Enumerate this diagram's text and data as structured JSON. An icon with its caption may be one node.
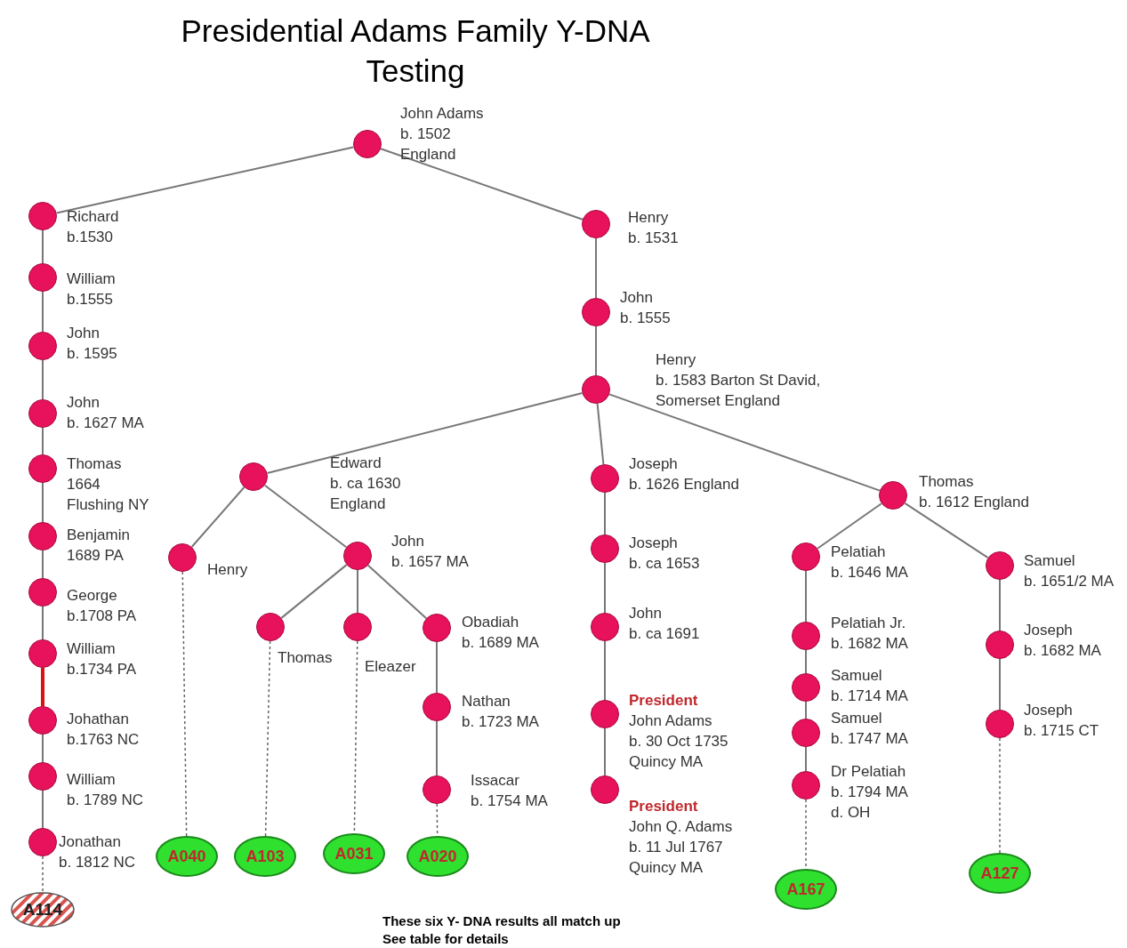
{
  "diagram": {
    "title": "Presidential Adams Family Y-DNA Testing",
    "nodes": [
      {
        "text": [],
        "shape": "circle",
        "beside": [
          "John Adams",
          "b. 1502",
          "England"
        ]
      },
      {
        "text": [],
        "shape": "circle",
        "beside": [
          "Richard",
          "b.1530"
        ]
      },
      {
        "text": [],
        "shape": "circle",
        "beside": [
          "William",
          "b.1555"
        ]
      },
      {
        "text": [],
        "shape": "circle",
        "beside": [
          "John",
          "b. 1595"
        ]
      },
      {
        "text": [],
        "shape": "circle",
        "beside": [
          "John",
          "b. 1627 MA"
        ]
      },
      {
        "text": [],
        "shape": "circle",
        "beside": [
          "Thomas",
          "1664",
          "Flushing NY"
        ]
      },
      {
        "text": [],
        "shape": "circle",
        "beside": [
          "Benjamin",
          "1689 PA"
        ]
      },
      {
        "text": [],
        "shape": "circle",
        "beside": [
          "George",
          "b.1708 PA"
        ]
      },
      {
        "text": [],
        "shape": "circle",
        "beside": [
          "William",
          "b.1734 PA"
        ]
      },
      {
        "text": [],
        "shape": "circle",
        "beside": [
          "Johathan",
          "b.1763 NC"
        ]
      },
      {
        "text": [],
        "shape": "circle",
        "beside": [
          "William",
          "b. 1789 NC"
        ]
      },
      {
        "text": [],
        "shape": "circle",
        "beside": [
          "Jonathan",
          "b. 1812 NC"
        ]
      },
      {
        "text": [
          "A114"
        ]
      },
      {
        "text": [],
        "shape": "circle",
        "beside": [
          "Henry",
          "b. 1531"
        ]
      },
      {
        "text": [],
        "shape": "circle",
        "beside": [
          "John",
          "b. 1555"
        ]
      },
      {
        "text": [],
        "shape": "circle",
        "beside": [
          "Henry",
          "b. 1583 Barton St David, Somerset England"
        ]
      },
      {
        "text": [],
        "shape": "circle",
        "beside": [
          "Edward",
          "b. ca 1630",
          "England"
        ]
      },
      {
        "text": [],
        "shape": "circle",
        "beside": [
          "Henry"
        ]
      },
      {
        "text": [],
        "shape": "circle",
        "beside": [
          "John",
          "b. 1657 MA"
        ]
      },
      {
        "text": [],
        "shape": "circle",
        "beside": [
          "Thomas"
        ]
      },
      {
        "text": [],
        "shape": "circle",
        "beside": [
          "Eleazer"
        ]
      },
      {
        "text": [],
        "shape": "circle",
        "beside": [
          "Obadiah",
          "b. 1689 MA"
        ]
      },
      {
        "text": [],
        "shape": "circle",
        "beside": [
          "Nathan",
          "b. 1723 MA"
        ]
      },
      {
        "text": [],
        "shape": "circle",
        "beside": [
          "Issacar",
          "b. 1754 MA"
        ]
      },
      {
        "text": [],
        "shape": "circle",
        "beside": [
          "Joseph",
          "b. 1626 England"
        ]
      },
      {
        "text": [],
        "shape": "circle",
        "beside": [
          "Joseph",
          "b. ca 1653"
        ]
      },
      {
        "text": [],
        "shape": "circle",
        "beside": [
          "John",
          "b. ca 1691"
        ]
      },
      {
        "text": [],
        "shape": "circle",
        "beside": [
          "**President** John Adams",
          "b. 30 Oct 1735",
          "Quincy MA"
        ]
      },
      {
        "text": [],
        "shape": "circle",
        "beside": [
          "**President** John Q. Adams",
          "b. 11 Jul 1767",
          "Quincy MA"
        ]
      },
      {
        "text": [],
        "shape": "circle",
        "beside": [
          "Thomas",
          "b. 1612 England"
        ]
      },
      {
        "text": [],
        "shape": "circle",
        "beside": [
          "Pelatiah",
          "b. 1646 MA"
        ]
      },
      {
        "text": [],
        "shape": "circle",
        "beside": [
          "Pelatiah Jr.",
          "b. 1682 MA"
        ]
      },
      {
        "text": [],
        "shape": "circle",
        "beside": [
          "Samuel",
          "b. 1714 MA"
        ]
      },
      {
        "text": [],
        "shape": "circle",
        "beside": [
          "Samuel",
          "b. 1747 MA"
        ]
      },
      {
        "text": [],
        "shape": "circle",
        "beside": [
          "Dr Pelatiah",
          "b. 1794 MA",
          "d. OH"
        ]
      },
      {
        "text": [],
        "shape": "circle",
        "beside": [
          "Samuel",
          "b. 1651/2 MA"
        ]
      },
      {
        "text": [],
        "shape": "circle",
        "beside": [
          "Joseph",
          "b. 1682 MA"
        ]
      },
      {
        "text": [],
        "shape": "circle",
        "beside": [
          "Joseph",
          "b. 1715 CT"
        ]
      },
      {
        "text": [
          "A040"
        ]
      },
      {
        "text": [
          "A103"
        ]
      },
      {
        "text": [
          "A031"
        ]
      },
      {
        "text": [
          "A020"
        ]
      },
      {
        "text": [
          "A167"
        ]
      },
      {
        "text": [
          "A127"
        ]
      }
    ],
    "edges": [
      {
        "from": 0,
        "to": 1,
        "arrow": "none"
      },
      {
        "from": 0,
        "to": 13,
        "arrow": "none"
      },
      {
        "from": 1,
        "to": 2,
        "arrow": "none"
      },
      {
        "from": 2,
        "to": 3,
        "arrow": "none"
      },
      {
        "from": 3,
        "to": 4,
        "arrow": "none"
      },
      {
        "from": 4,
        "to": 5,
        "arrow": "none"
      },
      {
        "from": 5,
        "to": 6,
        "arrow": "none"
      },
      {
        "from": 6,
        "to": 7,
        "arrow": "none"
      },
      {
        "from": 7,
        "to": 8,
        "arrow": "none"
      },
      {
        "from": 8,
        "to": 9,
        "arrow": "none",
        "style": "thick",
        "color": "#dd1111"
      },
      {
        "from": 9,
        "to": 10,
        "arrow": "none"
      },
      {
        "from": 10,
        "to": 11,
        "arrow": "none"
      },
      {
        "from": 11,
        "to": 12,
        "arrow": "none",
        "style": "dashed"
      },
      {
        "from": 13,
        "to": 14,
        "arrow": "none"
      },
      {
        "from": 14,
        "to": 15,
        "arrow": "none"
      },
      {
        "from": 15,
        "to": 16,
        "arrow": "none"
      },
      {
        "from": 15,
        "to": 24,
        "arrow": "none"
      },
      {
        "from": 15,
        "to": 29,
        "arrow": "none"
      },
      {
        "from": 16,
        "to": 17,
        "arrow": "none"
      },
      {
        "from": 16,
        "to": 18,
        "arrow": "none"
      },
      {
        "from": 18,
        "to": 19,
        "arrow": "none"
      },
      {
        "from": 18,
        "to": 20,
        "arrow": "none"
      },
      {
        "from": 18,
        "to": 21,
        "arrow": "none"
      },
      {
        "from": 21,
        "to": 22,
        "arrow": "none"
      },
      {
        "from": 22,
        "to": 23,
        "arrow": "none"
      },
      {
        "from": 17,
        "to": 38,
        "arrow": "none",
        "style": "dashed"
      },
      {
        "from": 19,
        "to": 39,
        "arrow": "none",
        "style": "dashed"
      },
      {
        "from": 20,
        "to": 40,
        "arrow": "none",
        "style": "dashed"
      },
      {
        "from": 23,
        "to": 41,
        "arrow": "none",
        "style": "dashed"
      },
      {
        "from": 24,
        "to": 25,
        "arrow": "none"
      },
      {
        "from": 25,
        "to": 26,
        "arrow": "none"
      },
      {
        "from": 26,
        "to": 27,
        "arrow": "none"
      },
      {
        "from": 27,
        "to": 28,
        "arrow": "none"
      },
      {
        "from": 29,
        "to": 30,
        "arrow": "none"
      },
      {
        "from": 29,
        "to": 35,
        "arrow": "none"
      },
      {
        "from": 30,
        "to": 31,
        "arrow": "none"
      },
      {
        "from": 31,
        "to": 32,
        "arrow": "none"
      },
      {
        "from": 32,
        "to": 33,
        "arrow": "none"
      },
      {
        "from": 33,
        "to": 34,
        "arrow": "none"
      },
      {
        "from": 34,
        "to": 42,
        "arrow": "none",
        "style": "dashed"
      },
      {
        "from": 35,
        "to": 36,
        "arrow": "none"
      },
      {
        "from": 36,
        "to": 37,
        "arrow": "none"
      },
      {
        "from": 37,
        "to": 43,
        "arrow": "none",
        "style": "dashed"
      }
    ],
    "labels": [
      "These six Y- DNA results all match up",
      "See table for details"
    ]
  }
}
